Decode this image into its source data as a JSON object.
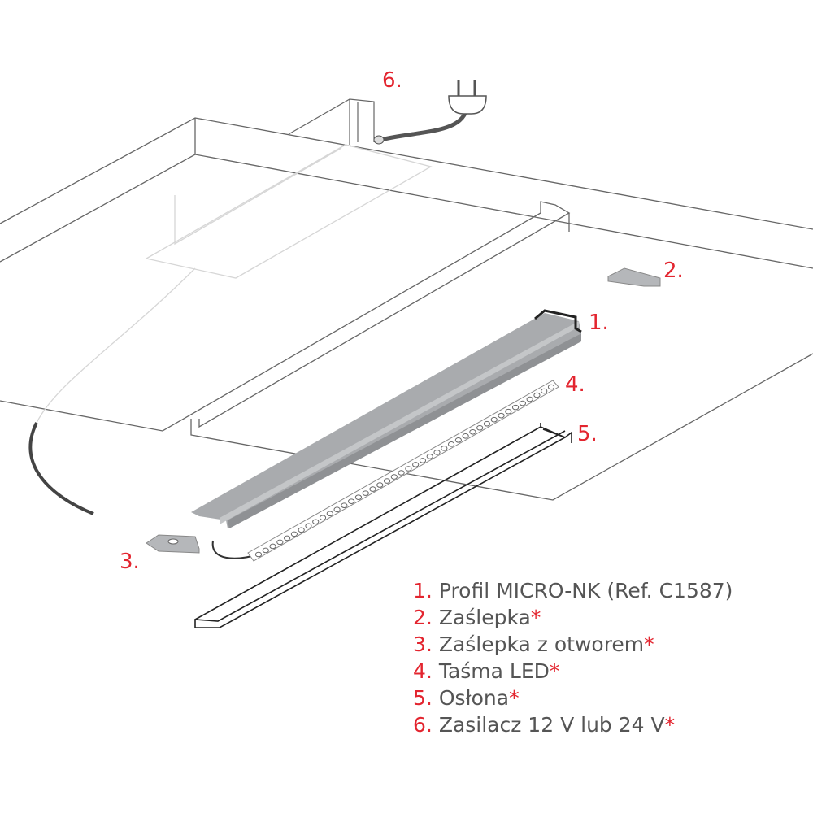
{
  "callouts": {
    "c1": "1.",
    "c2": "2.",
    "c3": "3.",
    "c4": "4.",
    "c5": "5.",
    "c6": "6."
  },
  "legend": [
    {
      "num": "1.",
      "text": "Profil MICRO-NK (Ref. C1587)",
      "star": ""
    },
    {
      "num": "2.",
      "text": "Zaślepka",
      "star": "*"
    },
    {
      "num": "3.",
      "text": "Zaślepka z otworem",
      "star": "*"
    },
    {
      "num": "4.",
      "text": "Taśma LED",
      "star": "*"
    },
    {
      "num": "5.",
      "text": "Osłona",
      "star": "*"
    },
    {
      "num": "6.",
      "text": "Zasilacz 12 V lub 24 V",
      "star": "*"
    }
  ],
  "colors": {
    "accent": "#e3252f",
    "text": "#555555",
    "profile": "#a9abae",
    "line": "#555555"
  }
}
